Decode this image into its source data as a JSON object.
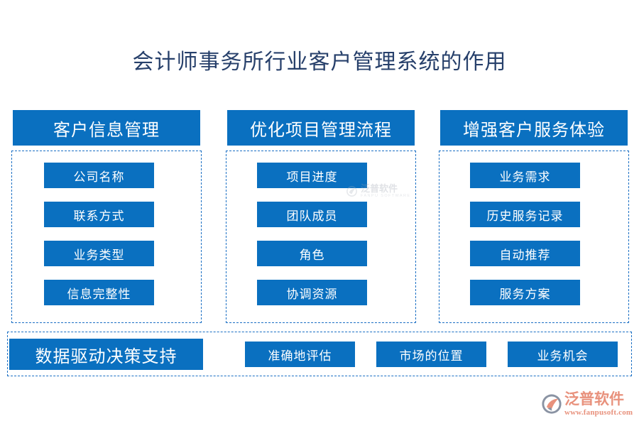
{
  "page": {
    "title": "会计师事务所行业客户管理系统的作用",
    "background_color": "#ffffff",
    "accent_color": "#0a70c0",
    "title_color": "#27406b",
    "dash_border_color": "#1a6fc4"
  },
  "columns": [
    {
      "header": "客户信息管理",
      "items": [
        "公司名称",
        "联系方式",
        "业务类型",
        "信息完整性"
      ]
    },
    {
      "header": "优化项目管理流程",
      "items": [
        "项目进度",
        "团队成员",
        "角色",
        "协调资源"
      ]
    },
    {
      "header": "增强客户服务体验",
      "items": [
        "业务需求",
        "历史服务记录",
        "自动推荐",
        "服务方案"
      ]
    }
  ],
  "bottom_row": {
    "primary": "数据驱动决策支持",
    "items": [
      "准确地评估",
      "市场的位置",
      "业务机会"
    ]
  },
  "watermark": {
    "name_cn": "泛普软件",
    "name_en": "FANPU SOFTWARE"
  },
  "brand": {
    "name_cn": "泛普软件",
    "url": "www.fanpusoft.com",
    "color": "#e8917c"
  }
}
